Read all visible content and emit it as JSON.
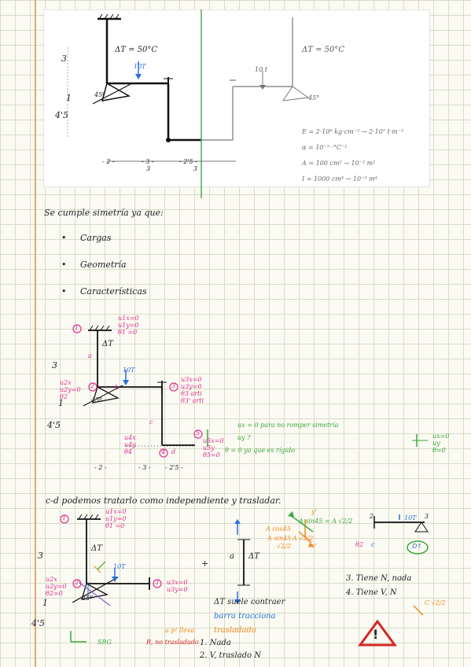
{
  "top_figure": {
    "dim_3": "3",
    "dim_1": "1",
    "dim_45": "4'5",
    "delta_t_left": "ΔT = 50°C",
    "delta_t_right": "ΔT = 50°C",
    "load_left": "10T",
    "load_right": "10 t",
    "angle_left": "45º",
    "angle_right": "45°",
    "bottom_dims": [
      "- 2 -",
      "- 3 -",
      "- 2'5 -"
    ],
    "sub_3": "3",
    "sub_3b": "3",
    "props": [
      "E = 2·10⁶ kg·cm⁻² → 2·10⁷ t·m⁻²",
      "α = 10⁻⁵ ·°C⁻¹",
      "A = 100 cm² → 10⁻² m²",
      "I = 1000 cm⁴ → 10⁻⁵ m⁴"
    ]
  },
  "symmetry": {
    "sentence": "Se cumple simetría ya que:",
    "bullets": [
      "Cargas",
      "Geometría",
      "Características"
    ]
  },
  "mid_figure": {
    "bc_top": [
      "u1x=0",
      "u1y=0",
      "θ1 =0"
    ],
    "node1": "1",
    "node2": "2",
    "node3": "3",
    "node4": "4",
    "node5": "5",
    "delta_t": "ΔT",
    "bar_a": "a",
    "bar_b": "b",
    "bar_c": "c",
    "bar_d": "d",
    "load": "10T",
    "angle": "45º",
    "dim_3": "3",
    "dim_1": "1",
    "dim_45": "4'5",
    "bc_2": [
      "u2x",
      "u2y=0",
      "θ2"
    ],
    "bc_3": [
      "u3x=0",
      "u3y=0",
      "θ3 arti",
      "θ3' arti"
    ],
    "bc_4": [
      "u4x",
      "u4y",
      "θ4"
    ],
    "bc_5": [
      "u5x=0",
      "u5y",
      "θ5=0"
    ],
    "green_note_1": "ux = 0     para no romper simetría",
    "green_note_2": "uy ?",
    "green_note_3": "θ = 0     ya que es rígido",
    "side_bc": [
      "ux=0",
      "uy",
      "θ=0"
    ],
    "bottom_dims": [
      "- 2 -",
      "- 3 -",
      "- 2'5 -"
    ]
  },
  "cd_section": {
    "sentence": "c-d   podemos tratarlo como independiente y trasladar.",
    "bc_top": [
      "u1x=0",
      "u1y=0",
      "θ1 =0"
    ],
    "delta_t": "ΔT",
    "load": "10T",
    "angle": "45º",
    "plus": "+",
    "bc_3": [
      "u3x=0",
      "u3y=0"
    ],
    "bar_a": "a",
    "bar_delta": "ΔT",
    "node1": "1",
    "node2": "2",
    "node3": "3",
    "node_b": "2",
    "dim_3": "3",
    "dim_1": "1",
    "dim_45": "4'5",
    "bc_2": [
      "u2x",
      "u2y=0",
      "θ2=0"
    ],
    "labels_orange": [
      "A cos45",
      "A sin45",
      "√2/2",
      "A √2/2",
      "y'",
      "x'"
    ],
    "green_label": "A sin45 = A √2/2",
    "blue_text_1": "ΔT suele contraer",
    "blue_text_2": "barra tracciona",
    "blue_text_3": "trasladado",
    "small_beam_2": "2",
    "small_beam_3": "3",
    "small_beam_load": "10T",
    "small_bc_pink": "θ2",
    "small_bc_blue": "c",
    "small_green": "D↑",
    "notes": [
      "3. Tiene N, nada",
      "4. Tiene V, N"
    ],
    "moment_label": "C √2/2",
    "axes_label": "SRG",
    "red_note": "R, no trasladado",
    "orange_note": "a p² lleva",
    "list": [
      "1. Nada",
      "2. V, traslado N"
    ],
    "warning": "!"
  }
}
